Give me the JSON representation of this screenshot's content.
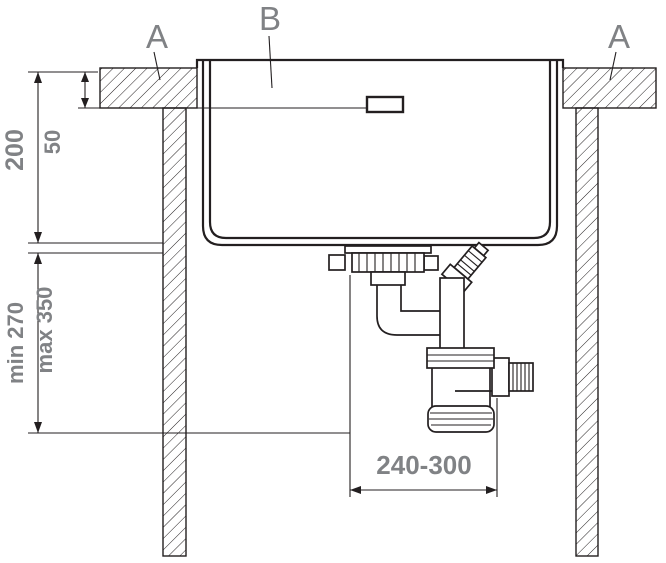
{
  "diagram": {
    "section_labels": {
      "left": "A",
      "center": "B",
      "right": "A"
    },
    "dimensions": {
      "counter_to_bottom": "200",
      "rim_to_overflow": "50",
      "min_depth": "min 270",
      "max_depth": "max 350",
      "drain_offset_range": "240-300"
    },
    "colors": {
      "label_gray": "#808285",
      "line_black": "#231f20",
      "background": "#ffffff"
    }
  }
}
